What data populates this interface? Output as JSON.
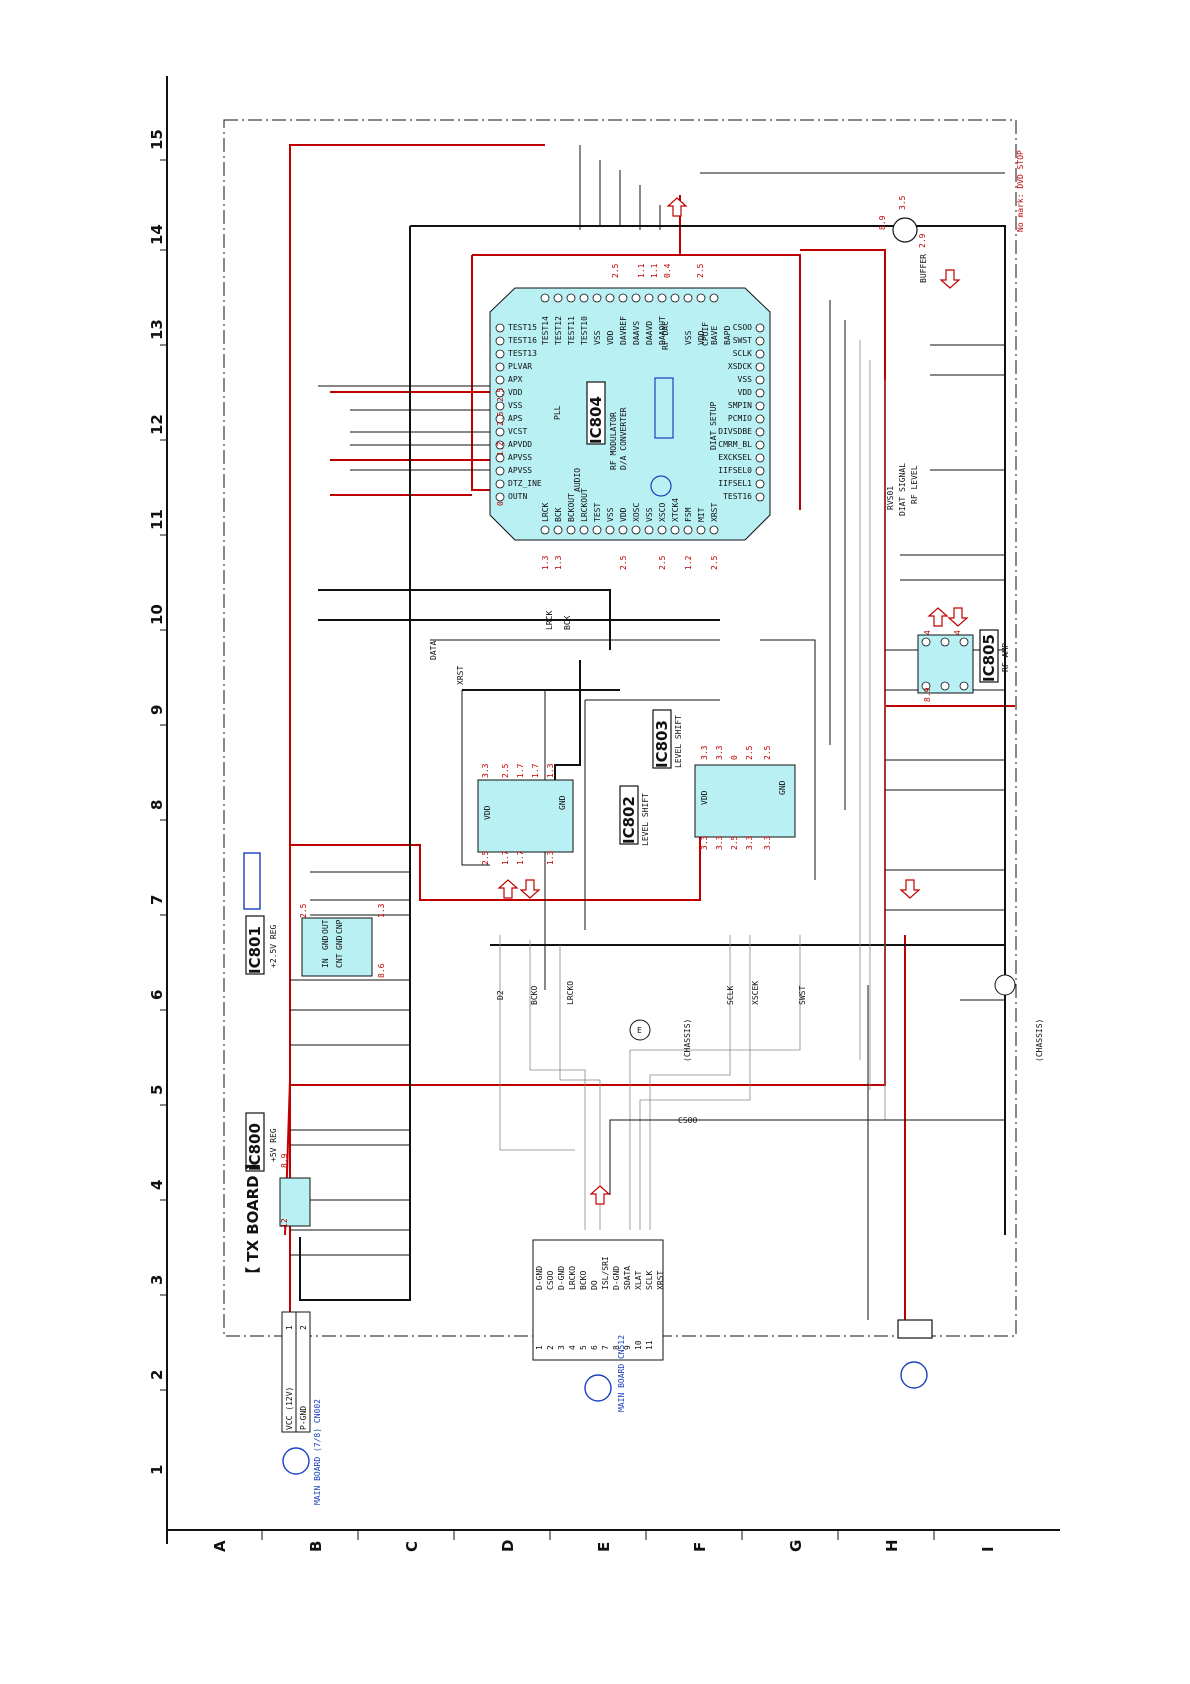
{
  "board": {
    "title": "【 TX BOARD 】"
  },
  "grid": {
    "columns": [
      "1",
      "2",
      "3",
      "4",
      "5",
      "6",
      "7",
      "8",
      "9",
      "10",
      "11",
      "12",
      "13",
      "14",
      "15"
    ],
    "rows": [
      "A",
      "B",
      "C",
      "D",
      "E",
      "F",
      "G",
      "H",
      "I"
    ]
  },
  "ics": {
    "ic800": {
      "name": "IC800",
      "desc": "+5V REG"
    },
    "ic801": {
      "name": "IC801",
      "desc": "+2.5V REG",
      "pins": [
        "IN",
        "GND",
        "OUT",
        "CNT",
        "GND",
        "CNP"
      ]
    },
    "ic802": {
      "name": "IC802",
      "desc": "LEVEL SHIFT",
      "pins": [
        "VDD",
        "GND"
      ]
    },
    "ic803": {
      "name": "IC803",
      "desc": "LEVEL SHIFT",
      "pins": [
        "VDD",
        "GND"
      ]
    },
    "ic804": {
      "name": "IC804",
      "desc1": "RF MODULATOR",
      "desc2": "D/A CONVERTER",
      "blocks": [
        "PLL",
        "AUDIO",
        "RF DAC",
        "CPUIF",
        "DIAT SETUP"
      ],
      "left_pins": [
        "TEST15",
        "TEST16",
        "TEST13",
        "PLVAR",
        "APX",
        "VDD",
        "VSS",
        "APS",
        "VCST",
        "APVDD",
        "APVSS",
        "APVSS",
        "DTZ_INE",
        "OUTN"
      ],
      "top_pins": [
        "TEST14",
        "TEST12",
        "TEST11",
        "TEST10",
        "VSS",
        "VDD",
        "DAVREF",
        "DAAVS",
        "DAAVD",
        "DAAOUT",
        "VSS",
        "VDD",
        "BAVE",
        "BAPD"
      ],
      "right_pins": [
        "CSOO",
        "SWST",
        "SCLK",
        "XSDCK",
        "VSS",
        "VDD",
        "SMPIN",
        "PCMIO",
        "DIVSDBE",
        "CMRM_BL",
        "EXCKSEL",
        "IIFSEL0",
        "IIFSEL1",
        "TEST16"
      ],
      "bottom_pins": [
        "LRCK",
        "BCK",
        "BCKOUT",
        "LRCKOUT",
        "TEST",
        "VSS",
        "VDD",
        "XOSC",
        "VSS",
        "XSCO",
        "XTCK4",
        "FSM",
        "MIT",
        "XRST"
      ]
    },
    "ic805": {
      "name": "IC805",
      "desc": "RF AMP"
    },
    "q801": {
      "desc": "BUFFER"
    }
  },
  "connectors": {
    "cn_power": {
      "pins": [
        "VCC (12V)",
        "P-GND"
      ],
      "numbers": [
        "1",
        "2"
      ],
      "ref": "MAIN BOARD (7/8) CN002"
    },
    "cn512": {
      "ref": "MAIN BOARD CN512",
      "numbers": [
        "1",
        "2",
        "3",
        "4",
        "5",
        "6",
        "7",
        "8",
        "9",
        "10",
        "11"
      ],
      "signals": [
        "D-GND",
        "CSOO",
        "D-GND",
        "LRCKO",
        "BCKO",
        "DO",
        "ISL/SRI",
        "D-GND",
        "SDATA",
        "XLAT",
        "SCLK",
        "XRST"
      ]
    }
  },
  "nets": {
    "bus": [
      "DATA",
      "XRST",
      "LRCK",
      "BCK",
      "D2",
      "BCKO",
      "LRCKO",
      "SCLK",
      "XSCEK",
      "SWST",
      "CSOO"
    ],
    "rvs": "RVS01",
    "dvatsig": "DIAT SIGNAL",
    "rflevel": "RF LEVEL",
    "chassis": "(CHASSIS)",
    "noworking": "No mark: DVD STOP",
    "e": "E"
  },
  "voltages": [
    "8.9",
    "3.5",
    "2.9",
    "2.5",
    "1.1",
    "1.1",
    "0.4",
    "2.5",
    "12",
    "8.9",
    "2.5",
    "1.3",
    "8.6",
    "3.3",
    "2.5",
    "1.7",
    "1.7",
    "1.3",
    "2.5",
    "1.7",
    "1.7",
    "1.3",
    "3.3",
    "3.3",
    "0",
    "2.5",
    "2.5",
    "3.3",
    "3.3",
    "2.5",
    "3.3",
    "3.3",
    "4",
    "4",
    "8.9",
    "2.5",
    "1.2",
    "0",
    "2.5",
    "1.3",
    "1.3",
    "2.5",
    "2.5",
    "1.2",
    "2.5"
  ],
  "colors": {
    "ic_fill": "#b9f0f4",
    "wire": "#111111",
    "power": "#c00000",
    "annotation": "#1a3fbf"
  }
}
